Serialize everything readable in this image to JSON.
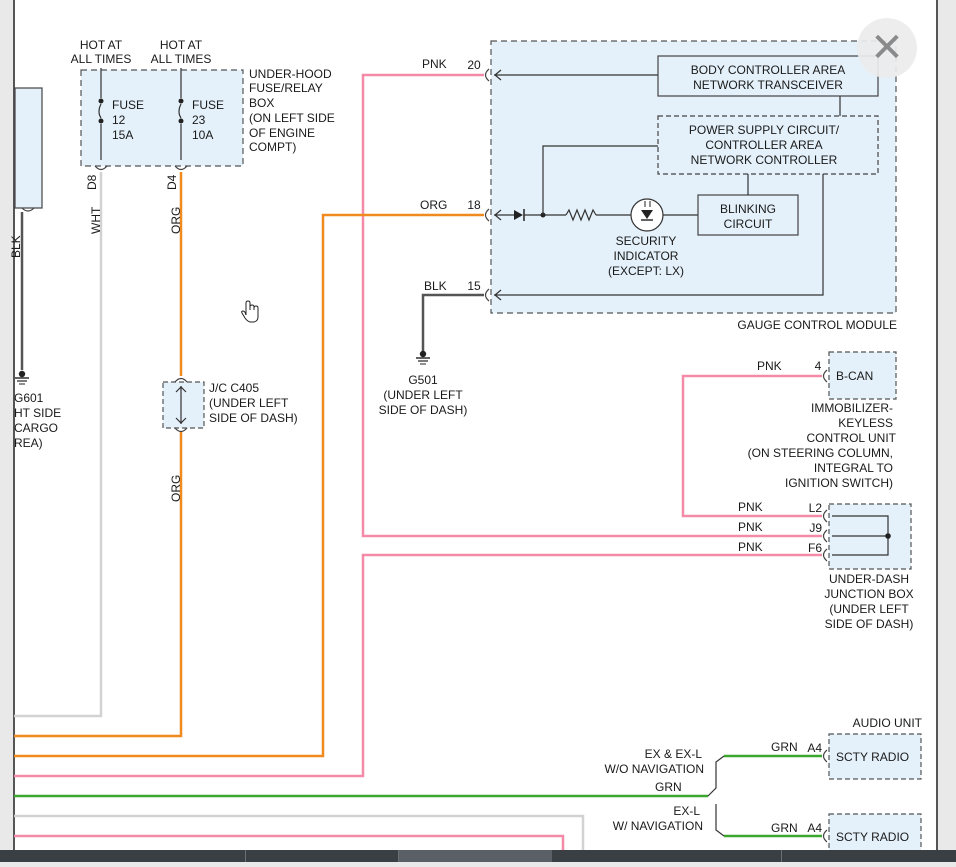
{
  "close_symbol": "✕",
  "fuses": {
    "hot_line1": "HOT AT",
    "hot_line2": "ALL TIMES",
    "fuse12": [
      "FUSE",
      "12",
      "15A"
    ],
    "fuse23": [
      "FUSE",
      "23",
      "10A"
    ],
    "underhood_box": [
      "UNDER-HOOD",
      "FUSE/RELAY",
      "BOX",
      "(ON LEFT SIDE",
      "OF ENGINE",
      "COMPT)"
    ],
    "pin_d8": "D8",
    "pin_d4": "D4"
  },
  "wires": {
    "wht": "WHT",
    "org": "ORG",
    "pnk": "PNK",
    "blk": "BLK",
    "grn": "GRN"
  },
  "left_partial": {
    "blk_fragment": "BLK",
    "ground_lines": [
      "G601",
      "HT SIDE",
      "CARGO",
      "REA)"
    ]
  },
  "jc": [
    "J/C C405",
    "(UNDER LEFT",
    "SIDE OF DASH)"
  ],
  "gauge_module": {
    "name": "GAUGE CONTROL MODULE",
    "bcan_transceiver": [
      "BODY CONTROLLER AREA",
      "NETWORK TRANSCEIVER"
    ],
    "power_supply": [
      "POWER SUPPLY CIRCUIT/",
      "CONTROLLER AREA",
      "NETWORK CONTROLLER"
    ],
    "blinking": [
      "BLINKING",
      "CIRCUIT"
    ],
    "security_indicator": [
      "SECURITY",
      "INDICATOR",
      "(EXCEPT: LX)"
    ],
    "pin20": "20",
    "pin18": "18",
    "pin15": "15"
  },
  "g501": [
    "G501",
    "(UNDER LEFT",
    "SIDE OF DASH)"
  ],
  "immobilizer": {
    "pin": "4",
    "port": "B-CAN",
    "label": [
      "IMMOBILIZER-",
      "KEYLESS",
      "CONTROL UNIT",
      "(ON STEERING COLUMN,",
      "INTEGRAL TO",
      "IGNITION SWITCH)"
    ]
  },
  "junction_box": {
    "pins": [
      "L2",
      "J9",
      "F6"
    ],
    "label": [
      "UNDER-DASH",
      "JUNCTION BOX",
      "(UNDER LEFT",
      "SIDE OF DASH)"
    ]
  },
  "audio": {
    "title": "AUDIO UNIT",
    "variant1": [
      "EX & EX-L",
      "W/O NAVIGATION"
    ],
    "variant2": [
      "EX-L",
      "W/ NAVIGATION"
    ],
    "pin": "A4",
    "port": "SCTY RADIO"
  },
  "colors": {
    "pink_wire": "#f48aa8",
    "orange_wire": "#f08a1e",
    "green_wire": "#3aa82e",
    "white_wire": "#d2d2d2",
    "black_wire": "#555555",
    "module_fill": "#e4f1fa"
  }
}
